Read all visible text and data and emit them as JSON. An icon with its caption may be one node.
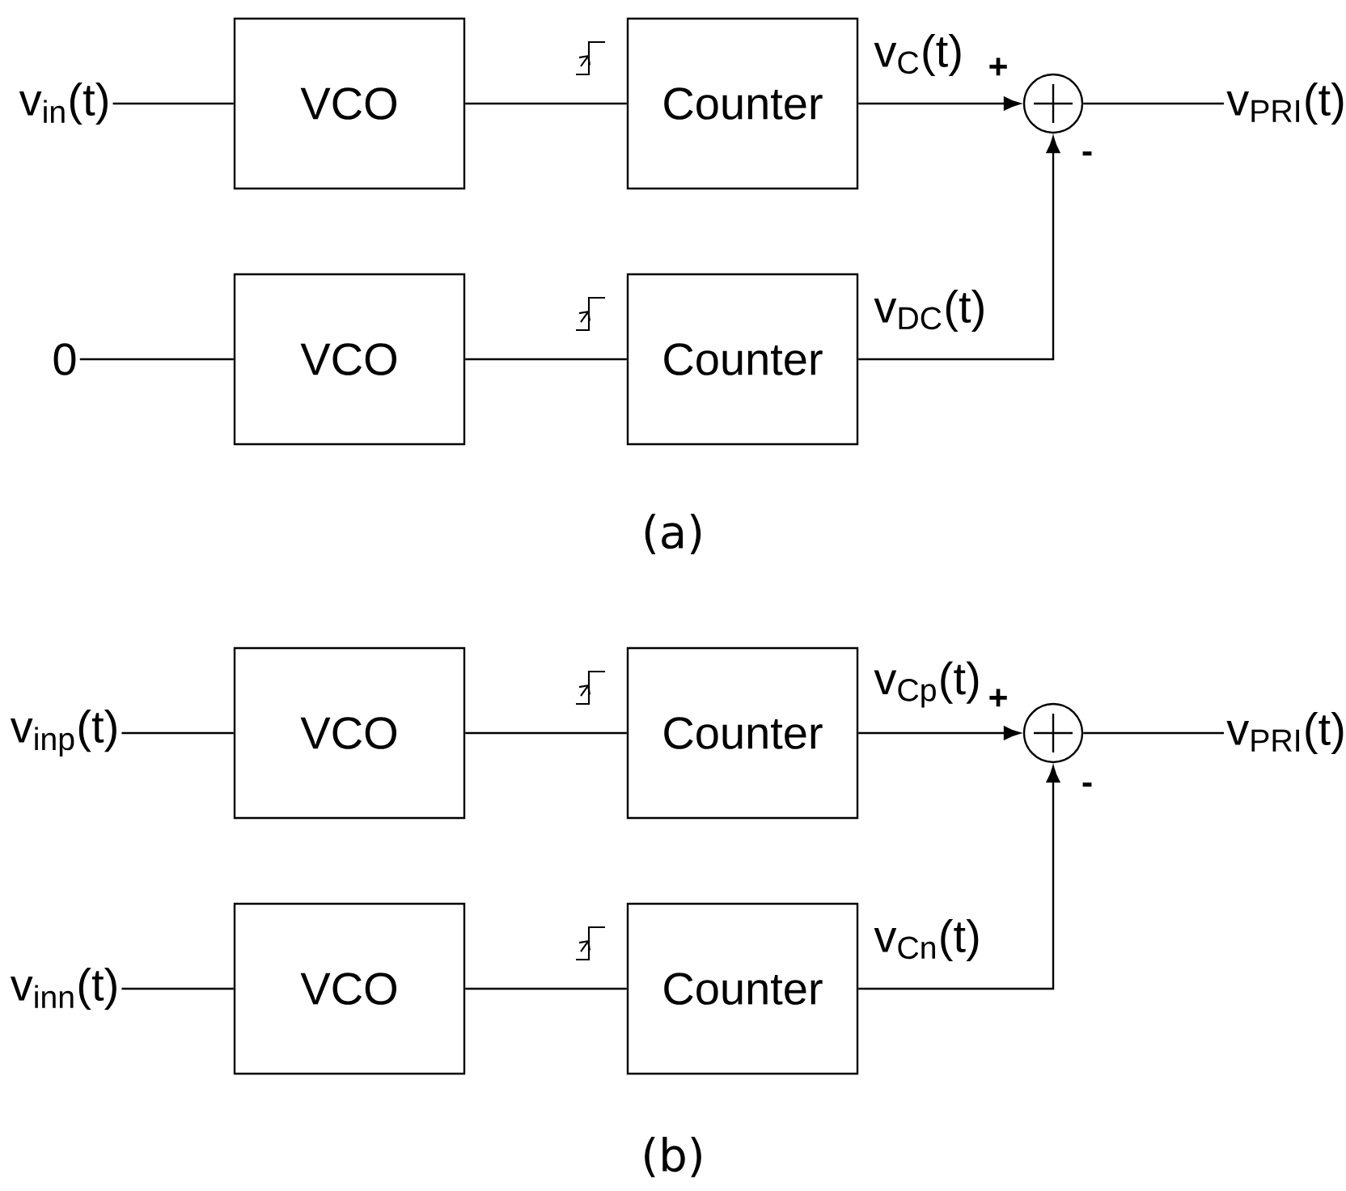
{
  "diagram": {
    "nodes": [
      {
        "text": [
          "v$_{in}$(t)"
        ]
      },
      {
        "text": [
          "VCO"
        ]
      },
      {
        "text": [
          "Counter"
        ]
      },
      {
        "text": [],
        "shape": "circle"
      },
      {
        "text": [
          "v$_{PRI}$(t)"
        ]
      },
      {
        "text": [
          "0"
        ]
      },
      {
        "text": [
          "VCO"
        ]
      },
      {
        "text": [
          "Counter"
        ]
      },
      {
        "text": [
          "v$_{inp}$(t)"
        ]
      },
      {
        "text": [
          "VCO"
        ]
      },
      {
        "text": [
          "Counter"
        ]
      },
      {
        "text": [],
        "shape": "circle"
      },
      {
        "text": [
          "v$_{PRI}$(t)"
        ]
      },
      {
        "text": [
          "v$_{inn}$(t)"
        ]
      },
      {
        "text": [
          "VCO"
        ]
      },
      {
        "text": [
          "Counter"
        ]
      }
    ],
    "edges": [
      {
        "from": 0,
        "to": 1,
        "arrow": "none"
      },
      {
        "from": 1,
        "to": 2,
        "arrow": "none"
      },
      {
        "from": 2,
        "to": 3,
        "arrow": "to",
        "label": "v$_{C}$(t)"
      },
      {
        "from": 3,
        "to": 4,
        "arrow": "none"
      },
      {
        "from": 5,
        "to": 6,
        "arrow": "none"
      },
      {
        "from": 6,
        "to": 7,
        "arrow": "none"
      },
      {
        "from": 7,
        "to": 3,
        "arrow": "to",
        "label": "v$_{DC}$(t)"
      },
      {
        "from": 8,
        "to": 9,
        "arrow": "none"
      },
      {
        "from": 9,
        "to": 10,
        "arrow": "none"
      },
      {
        "from": 10,
        "to": 11,
        "arrow": "to",
        "label": "v$_{Cp}$(t)"
      },
      {
        "from": 11,
        "to": 12,
        "arrow": "none"
      },
      {
        "from": 13,
        "to": 14,
        "arrow": "none"
      },
      {
        "from": 14,
        "to": 15,
        "arrow": "none"
      },
      {
        "from": 15,
        "to": 11,
        "arrow": "to",
        "label": "v$_{Cn}$(t)"
      }
    ],
    "labels": [
      "+",
      "-",
      "(a)",
      "+",
      "-",
      "(b)"
    ]
  }
}
